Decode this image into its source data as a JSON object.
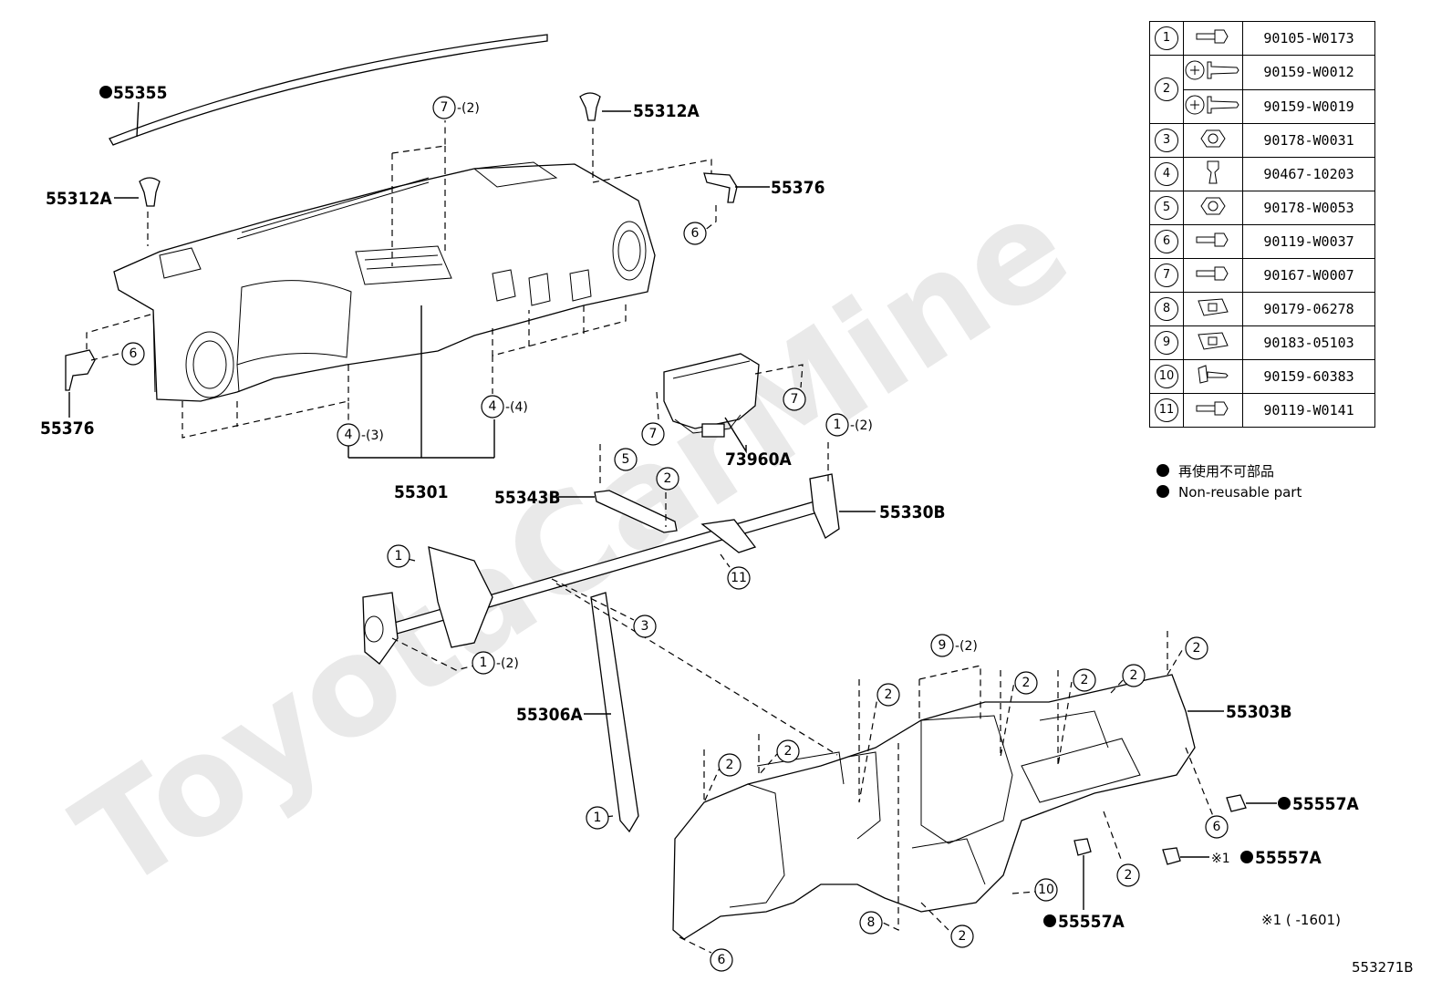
{
  "watermark": "ToyotaCarMine",
  "callouts": [
    {
      "label": "55355",
      "nonreusable": true
    },
    {
      "label": "55312A"
    },
    {
      "label": "55312A"
    },
    {
      "label": "55376"
    },
    {
      "label": "55376"
    },
    {
      "label": "55301"
    },
    {
      "label": "73960A"
    },
    {
      "label": "55343B"
    },
    {
      "label": "55330B"
    },
    {
      "label": "55306A"
    },
    {
      "label": "55303B"
    },
    {
      "label": "55557A",
      "nonreusable": true
    },
    {
      "label": "55557A",
      "nonreusable": true,
      "note": "※1"
    },
    {
      "label": "55557A",
      "nonreusable": true
    }
  ],
  "circle_refs": [
    {
      "num": "7",
      "qty": "-(2)"
    },
    {
      "num": "6"
    },
    {
      "num": "6"
    },
    {
      "num": "4",
      "qty": "-(4)"
    },
    {
      "num": "4",
      "qty": "-(3)"
    },
    {
      "num": "7"
    },
    {
      "num": "7"
    },
    {
      "num": "5"
    },
    {
      "num": "2"
    },
    {
      "num": "1",
      "qty": "-(2)"
    },
    {
      "num": "11"
    },
    {
      "num": "1"
    },
    {
      "num": "3"
    },
    {
      "num": "1",
      "qty": "-(2)"
    },
    {
      "num": "1"
    },
    {
      "num": "9",
      "qty": "-(2)"
    },
    {
      "num": "2"
    },
    {
      "num": "2"
    },
    {
      "num": "2"
    },
    {
      "num": "2"
    },
    {
      "num": "2"
    },
    {
      "num": "2"
    },
    {
      "num": "2"
    },
    {
      "num": "6"
    },
    {
      "num": "2"
    },
    {
      "num": "10"
    },
    {
      "num": "8"
    },
    {
      "num": "2"
    },
    {
      "num": "6"
    }
  ],
  "parts_table": [
    {
      "index": "1",
      "icon": "bolt-icon",
      "part_number": "90105-W0173"
    },
    {
      "index": "2",
      "icon": "screw-icon",
      "part_number": "90159-W0012",
      "alt_part_number": "90159-W0019"
    },
    {
      "index": "3",
      "icon": "nut-icon",
      "part_number": "90178-W0031"
    },
    {
      "index": "4",
      "icon": "clip-icon",
      "part_number": "90467-10203"
    },
    {
      "index": "5",
      "icon": "nut-icon",
      "part_number": "90178-W0053"
    },
    {
      "index": "6",
      "icon": "bolt-icon",
      "part_number": "90119-W0037"
    },
    {
      "index": "7",
      "icon": "bolt-icon",
      "part_number": "90167-W0007"
    },
    {
      "index": "8",
      "icon": "clip-nut-icon",
      "part_number": "90179-06278"
    },
    {
      "index": "9",
      "icon": "clip-nut-icon",
      "part_number": "90183-05103"
    },
    {
      "index": "10",
      "icon": "screw-icon",
      "part_number": "90159-60383"
    },
    {
      "index": "11",
      "icon": "bolt-icon",
      "part_number": "90119-W0141"
    }
  ],
  "legend": {
    "ja": "再使用不可部品",
    "en": "Non-reusable part"
  },
  "footnote": "※1 (      -1601)",
  "figure_code": "553271B"
}
